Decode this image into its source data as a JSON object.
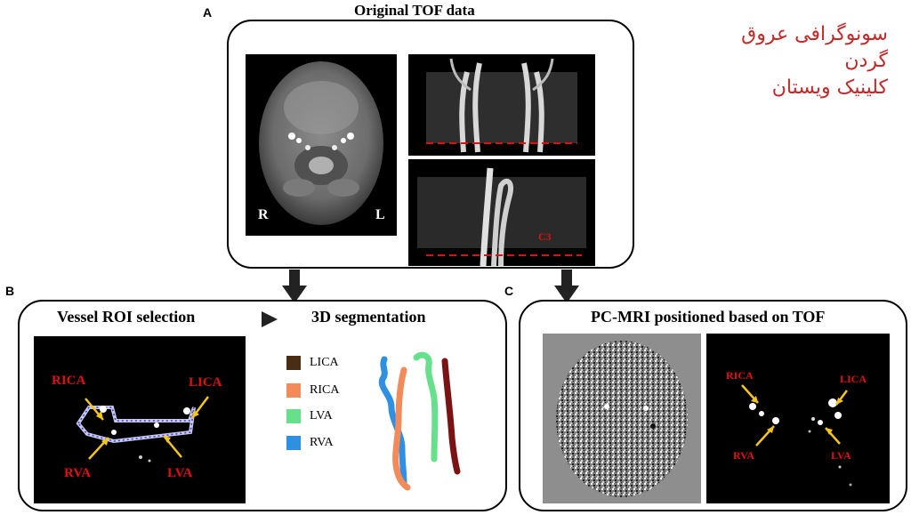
{
  "panels": {
    "a": {
      "letter": "A",
      "title": "Original TOF data",
      "side_left": "R",
      "side_right": "L",
      "level": "C3"
    },
    "b": {
      "letter": "B",
      "title_left": "Vessel ROI selection",
      "title_right": "3D segmentation",
      "labels": {
        "rica": "RICA",
        "lica": "LICA",
        "rva": "RVA",
        "lva": "LVA"
      },
      "legend": [
        {
          "label": "LICA",
          "color": "#4a2e14"
        },
        {
          "label": "RICA",
          "color": "#f28a5a"
        },
        {
          "label": "LVA",
          "color": "#66e08a"
        },
        {
          "label": "RVA",
          "color": "#2f8fe0"
        }
      ]
    },
    "c": {
      "letter": "C",
      "title": "PC-MRI positioned based on TOF",
      "labels": {
        "rica": "RICA",
        "lica": "LICA",
        "rva": "RVA",
        "lva": "LVA"
      }
    }
  },
  "watermark": {
    "line1": "سونوگرافی عروق",
    "line2": "گردن",
    "line3": "کلینیک ویستان"
  },
  "colors": {
    "label_red": "#e01010",
    "arrow_yellow": "#f5c518",
    "roi_blue": "#3b3bd8",
    "watermark_red": "#c62828"
  }
}
